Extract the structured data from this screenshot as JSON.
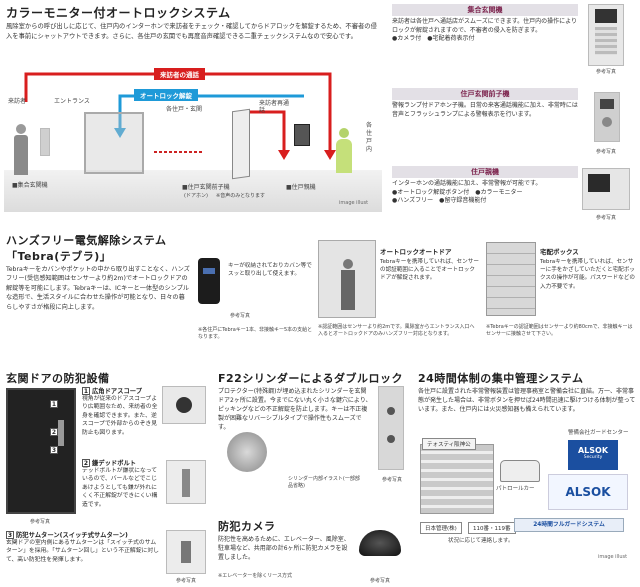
{
  "autolock": {
    "title": "カラーモニター付オートロックシステム",
    "body": "風除室からの呼び出しに応じて、住戸内のインターホンで来訪者をチェック・確認してからドアロックを解錠するため、不審者の侵入を事前にシャットアウトできます。さらに、各住戸の玄関でも再度音声確認できる二重チェックシステムなので安心です。",
    "arrow_call": "来訪者の通話",
    "arrow_unlock": "オートロック解錠",
    "label_visitor": "来訪者",
    "label_entrance": "エントランス",
    "label_unit_door": "各住戸・玄関",
    "label_revisit": "来訪者再通話",
    "label_inside": "各住戸内",
    "label_main_entrance_unit": "■集合玄関機",
    "label_door_unit": "■住戸玄関前子機",
    "label_door_unit_sub": "(ドアホン)",
    "label_door_unit_note": "※音声のみとなります",
    "label_master": "■住戸親機",
    "image_note": "image illust"
  },
  "devices": [
    {
      "title": "集合玄関機",
      "body": "来訪者は各住戸へ通話店がスムーズにできます。住戸内の操作によりロックが解錠されますので、不審者の侵入を防ぎます。",
      "features": [
        "●カメラ付",
        "●宅配着荷表示付"
      ],
      "caption": "参考写真"
    },
    {
      "title": "住戸玄関前子機",
      "body": "警報ランプ付ドアホン子機。日常の来客通話機能に加え、非常時には音声とフラッシュランプによる警報表示を行います。",
      "features": [],
      "caption": "参考写真"
    },
    {
      "title": "住戸親機",
      "body": "インターホンの通話機能に加え、非常警報が可能です。",
      "features": [
        "●オートロック解錠ボタン付",
        "●カラーモニター",
        "●ハンズフリー",
        "●留守録音機能付"
      ],
      "caption": "参考写真"
    }
  ],
  "handsfree": {
    "title": "ハンズフリー電気解除システム",
    "subtitle": "「Tebra(テブラ)」",
    "body": "Tebraキーをカバンやポケットの中から取り出すことなく、ハンズフリー(受信感知範囲はセンサーより約2m)でオートロックドアの解錠等を可能にします。Tebraキーは、ICキーと一体型のシンプルな造形で、生活スタイルに合わせた操作が可能となり、日々の暮らしやすさが格段に向上します。",
    "key_caption": "キーが収納されておりカバン等でスッと取り出して使えます。",
    "key_photo": "参考写真",
    "key_note": "※各住戸にTebraキー1本、非接触キー5本の支給となります。",
    "autodoor_title": "オートロックオートドア",
    "autodoor_body": "Tebraキーを携帯していれば、センサーの認証範囲に入ることでオートロックドアが解錠されます。",
    "autodoor_note": "※認証範囲はセンサーより約2mです。風除室からエントランス入口へ入るとオートロックドアのみハンズフリー対応となります。",
    "delivery_title": "宅配ボックス",
    "delivery_body": "Tebraキーを携帯していれば、センサーに手をかざしていただくと宅配ボックスの操作が可能。パスワードなどの入力不要です。",
    "delivery_note": "※Tebraキーの認証範囲はセンサーより約80cmで、非接触キーはセンサーに接触させて下さい。"
  },
  "door": {
    "title": "玄関ドアの防犯設備",
    "items": [
      {
        "num": "1",
        "title": "広角ドアスコープ",
        "body": "視角が従来のドアスコープより広範囲なため、来訪者の全身を確認できます。また、逆スコープで外部からのぞき見防止も図ります。"
      },
      {
        "num": "2",
        "title": "鎌デッドボルト",
        "body": "デッドボルトが鎌状になっているので、バールなどでこじあけようとしても鎌が外れにくく不正解錠ができにくい構造です。"
      },
      {
        "num": "3",
        "title": "防犯サムターン(スイッチ式サムターン)",
        "body": "玄関ドアの室内側にあるサムターンは「スイッチ式のサムターン」を採用。「サムターン回し」という不正解錠に対して、高い防犯性を発揮します。"
      }
    ],
    "photo_caption": "参考写真",
    "photo_caption2": "参考写真"
  },
  "lock": {
    "title": "F22シリンダーによるダブルロック",
    "body": "プロテクター(特殊鋼)が埋め込まれたシリンダーを玄関ドア2ヶ所に設置。今までにない丸く小さな鍵穴により、ピッキングなどの不正解錠を防止します。キーは不正複製が困難なリバーシブルタイプで操作性もスムーズです。",
    "illust_caption": "シリンダー内部イラスト(一部部品省略)",
    "photo_caption": "参考写真"
  },
  "camera": {
    "title": "防犯カメラ",
    "body": "防犯性を高めるために、エレベーター、風除室、駐車場など、共用部の計6ヶ所に防犯カメラを設置しました。",
    "note": "※エレベーターを除くリース方式",
    "photo_caption": "参考写真"
  },
  "security": {
    "title": "24時間体制の集中管理システム",
    "body": "各住戸に設置された非常警報装置は管理事務室と警備会社に直結。万一、非常事態が発生した場合は、非常ボタンを押せば24時間迅速に駆けつける体制が整っています。また、住戸内には火災感知器も備えられています。",
    "company_label": "警備会社ガードセンター",
    "building_label": "テォスティ阪神公",
    "patrol_label": "パトロールカー",
    "sign_top": "ALSOK",
    "sign_sub": "Security",
    "chip_daily": "日本管理(株)",
    "chip_police": "110番・119番",
    "system_label": "24時間フルガードシステム",
    "ribbon": "ALSOK",
    "status_label": "状況に応じて連絡します。",
    "image_note": "image illust"
  }
}
